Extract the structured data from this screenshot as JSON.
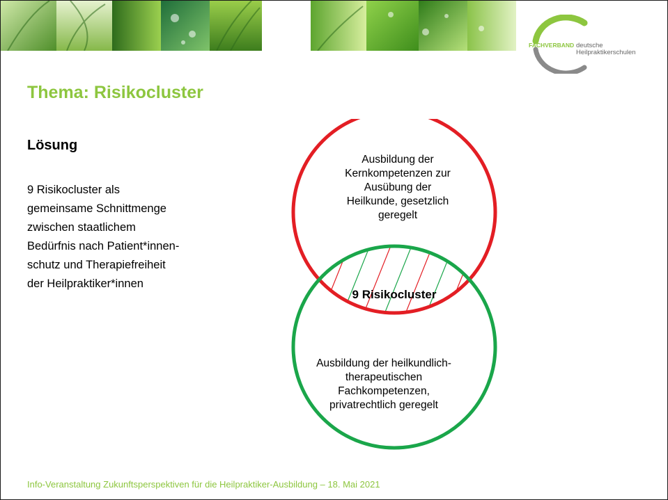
{
  "header": {
    "photo_strip_name": "nature-photo-strip",
    "logo": {
      "brand": "FACHVERBAND",
      "line1": "deutsche",
      "line2": "Heilpraktikerschulen",
      "brand_color": "#8dc63f",
      "arc_color": "#8a8a8a"
    }
  },
  "slide": {
    "title": "Thema: Risikocluster",
    "subheading": "Lösung",
    "body_lines": [
      "9 Risikocluster als",
      "gemeinsame Schnittmenge",
      "zwischen staatlichem",
      "Bedürfnis nach Patient*innen-",
      "schutz und Therapiefreiheit",
      "der Heilpraktiker*innen"
    ]
  },
  "venn": {
    "red_circle": {
      "label_lines": [
        "Ausbildung der",
        "Kernkompetenzen zur",
        "Ausübung der",
        "Heilkunde, gesetzlich",
        "geregelt"
      ],
      "color": "#e31e24"
    },
    "green_circle": {
      "label_lines": [
        "Ausbildung der heilkundlich-",
        "therapeutischen",
        "Fachkompetenzen,",
        "privatrechtlich geregelt"
      ],
      "color": "#1aa64a"
    },
    "overlap_label": "9 Risikocluster"
  },
  "footer": {
    "text": "Info-Veranstaltung Zukunftsperspektiven für die Heilpraktiker-Ausbildung – 18. Mai 2021"
  },
  "colors": {
    "accent_green": "#8dc63f",
    "red": "#e31e24",
    "green": "#1aa64a"
  }
}
